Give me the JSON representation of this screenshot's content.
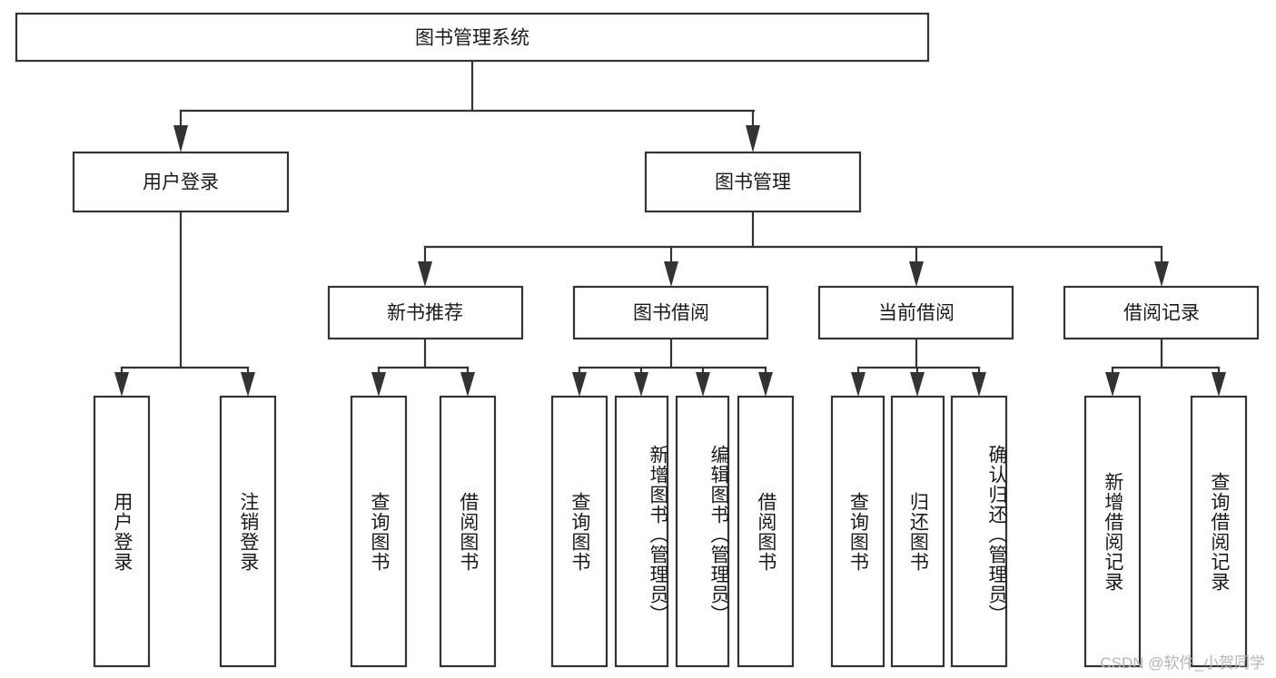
{
  "diagram": {
    "title": "图书管理系统",
    "type": "hierarchy-tree",
    "watermark": "CSDN @软件_小贺同学",
    "levels": [
      {
        "level": 0,
        "nodes": [
          {
            "id": "root",
            "label": "图书管理系统",
            "orientation": "horizontal"
          }
        ]
      },
      {
        "level": 1,
        "nodes": [
          {
            "id": "user-login",
            "label": "用户登录",
            "orientation": "horizontal",
            "parent": "root"
          },
          {
            "id": "book-manage",
            "label": "图书管理",
            "orientation": "horizontal",
            "parent": "root"
          }
        ]
      },
      {
        "level": 2,
        "nodes": [
          {
            "id": "new-book-rec",
            "label": "新书推荐",
            "orientation": "horizontal",
            "parent": "book-manage"
          },
          {
            "id": "book-borrow",
            "label": "图书借阅",
            "orientation": "horizontal",
            "parent": "book-manage"
          },
          {
            "id": "current-borrow",
            "label": "当前借阅",
            "orientation": "horizontal",
            "parent": "book-manage"
          },
          {
            "id": "borrow-record",
            "label": "借阅记录",
            "orientation": "horizontal",
            "parent": "book-manage"
          }
        ]
      },
      {
        "level": 3,
        "nodes": [
          {
            "id": "leaf-user-login",
            "label": "用户登录",
            "orientation": "vertical",
            "parent": "user-login"
          },
          {
            "id": "leaf-logout",
            "label": "注销登录",
            "orientation": "vertical",
            "parent": "user-login"
          },
          {
            "id": "leaf-query-book-1",
            "label": "查询图书",
            "orientation": "vertical",
            "parent": "new-book-rec"
          },
          {
            "id": "leaf-borrow-book-1",
            "label": "借阅图书",
            "orientation": "vertical",
            "parent": "new-book-rec"
          },
          {
            "id": "leaf-query-book-2",
            "label": "查询图书",
            "orientation": "vertical",
            "parent": "book-borrow"
          },
          {
            "id": "leaf-add-book",
            "label": "新增图书（管理员）",
            "orientation": "vertical",
            "parent": "book-borrow"
          },
          {
            "id": "leaf-edit-book",
            "label": "编辑图书（管理员）",
            "orientation": "vertical",
            "parent": "book-borrow"
          },
          {
            "id": "leaf-borrow-book-2",
            "label": "借阅图书",
            "orientation": "vertical",
            "parent": "book-borrow"
          },
          {
            "id": "leaf-query-book-3",
            "label": "查询图书",
            "orientation": "vertical",
            "parent": "current-borrow"
          },
          {
            "id": "leaf-return-book",
            "label": "归还图书",
            "orientation": "vertical",
            "parent": "current-borrow"
          },
          {
            "id": "leaf-confirm-return",
            "label": "确认归还（管理员）",
            "orientation": "vertical",
            "parent": "current-borrow"
          },
          {
            "id": "leaf-add-record",
            "label": "新增借阅记录",
            "orientation": "vertical",
            "parent": "borrow-record"
          },
          {
            "id": "leaf-query-record",
            "label": "查询借阅记录",
            "orientation": "vertical",
            "parent": "borrow-record"
          }
        ]
      }
    ],
    "colors": {
      "stroke": "#333333",
      "fill": "#ffffff",
      "text": "#1a1a1a",
      "watermark": "#b4b4b4"
    }
  }
}
